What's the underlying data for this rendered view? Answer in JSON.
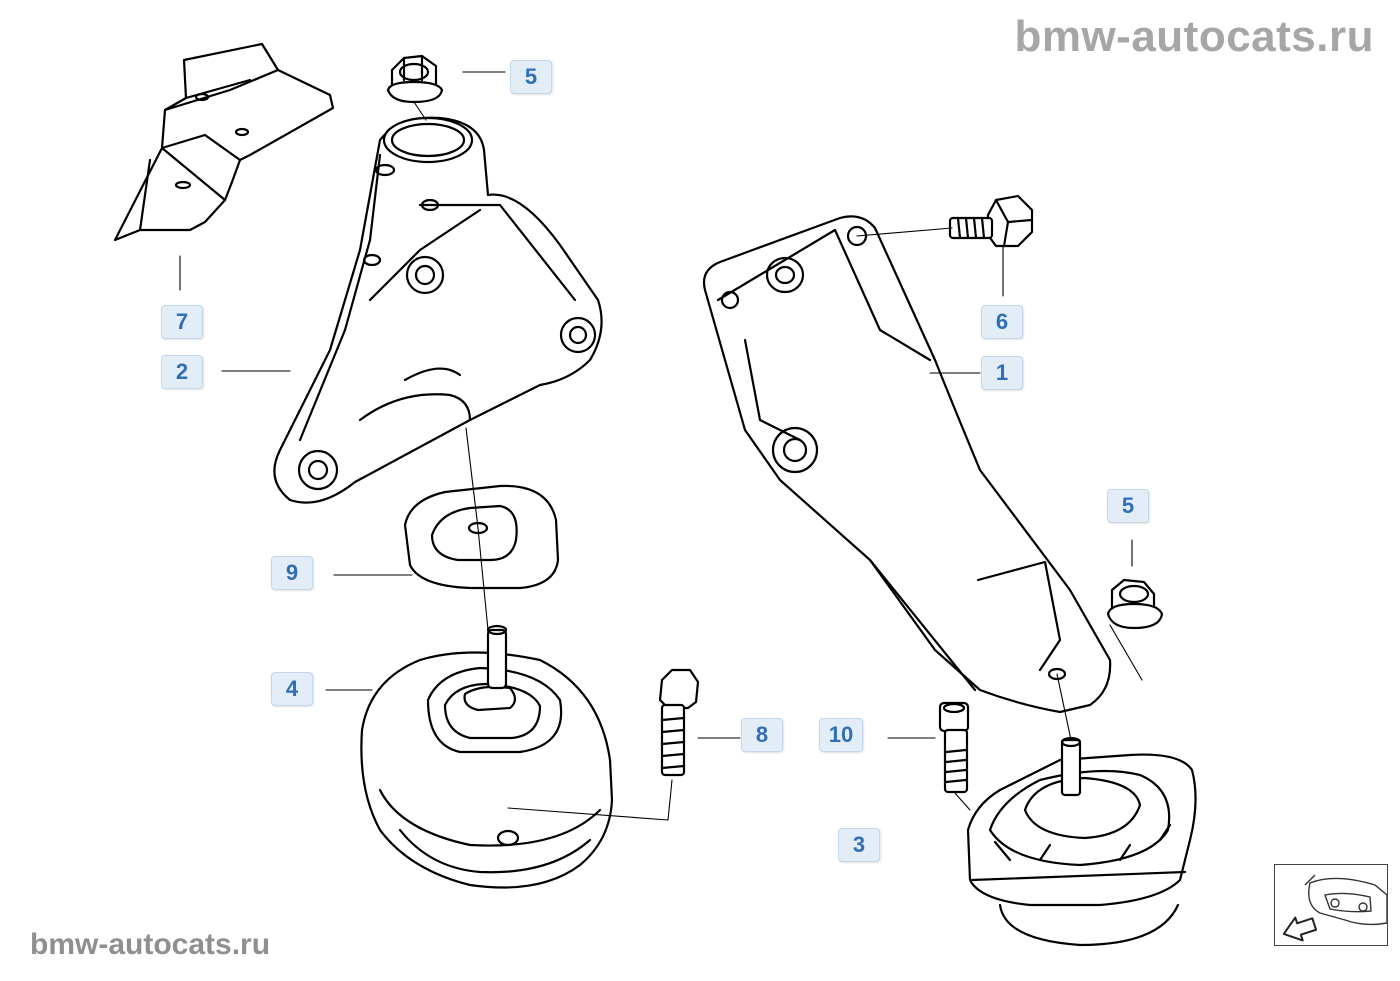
{
  "watermark": {
    "top": "bmw-autocats.ru",
    "bottom": "bmw-autocats.ru"
  },
  "callouts": [
    {
      "id": "c5a",
      "label": "5"
    },
    {
      "id": "c7",
      "label": "7"
    },
    {
      "id": "c2",
      "label": "2"
    },
    {
      "id": "c6",
      "label": "6"
    },
    {
      "id": "c1",
      "label": "1"
    },
    {
      "id": "c5b",
      "label": "5"
    },
    {
      "id": "c9",
      "label": "9"
    },
    {
      "id": "c4",
      "label": "4"
    },
    {
      "id": "c8",
      "label": "8"
    },
    {
      "id": "c10",
      "label": "10"
    },
    {
      "id": "c3",
      "label": "3"
    }
  ],
  "nav": {
    "icon": "vehicle-front-arrow-icon"
  },
  "colors": {
    "callout_fill": "#e3edf8",
    "callout_text": "#2f6fb3",
    "watermark": "#a6a6a6",
    "line": "#000000"
  }
}
